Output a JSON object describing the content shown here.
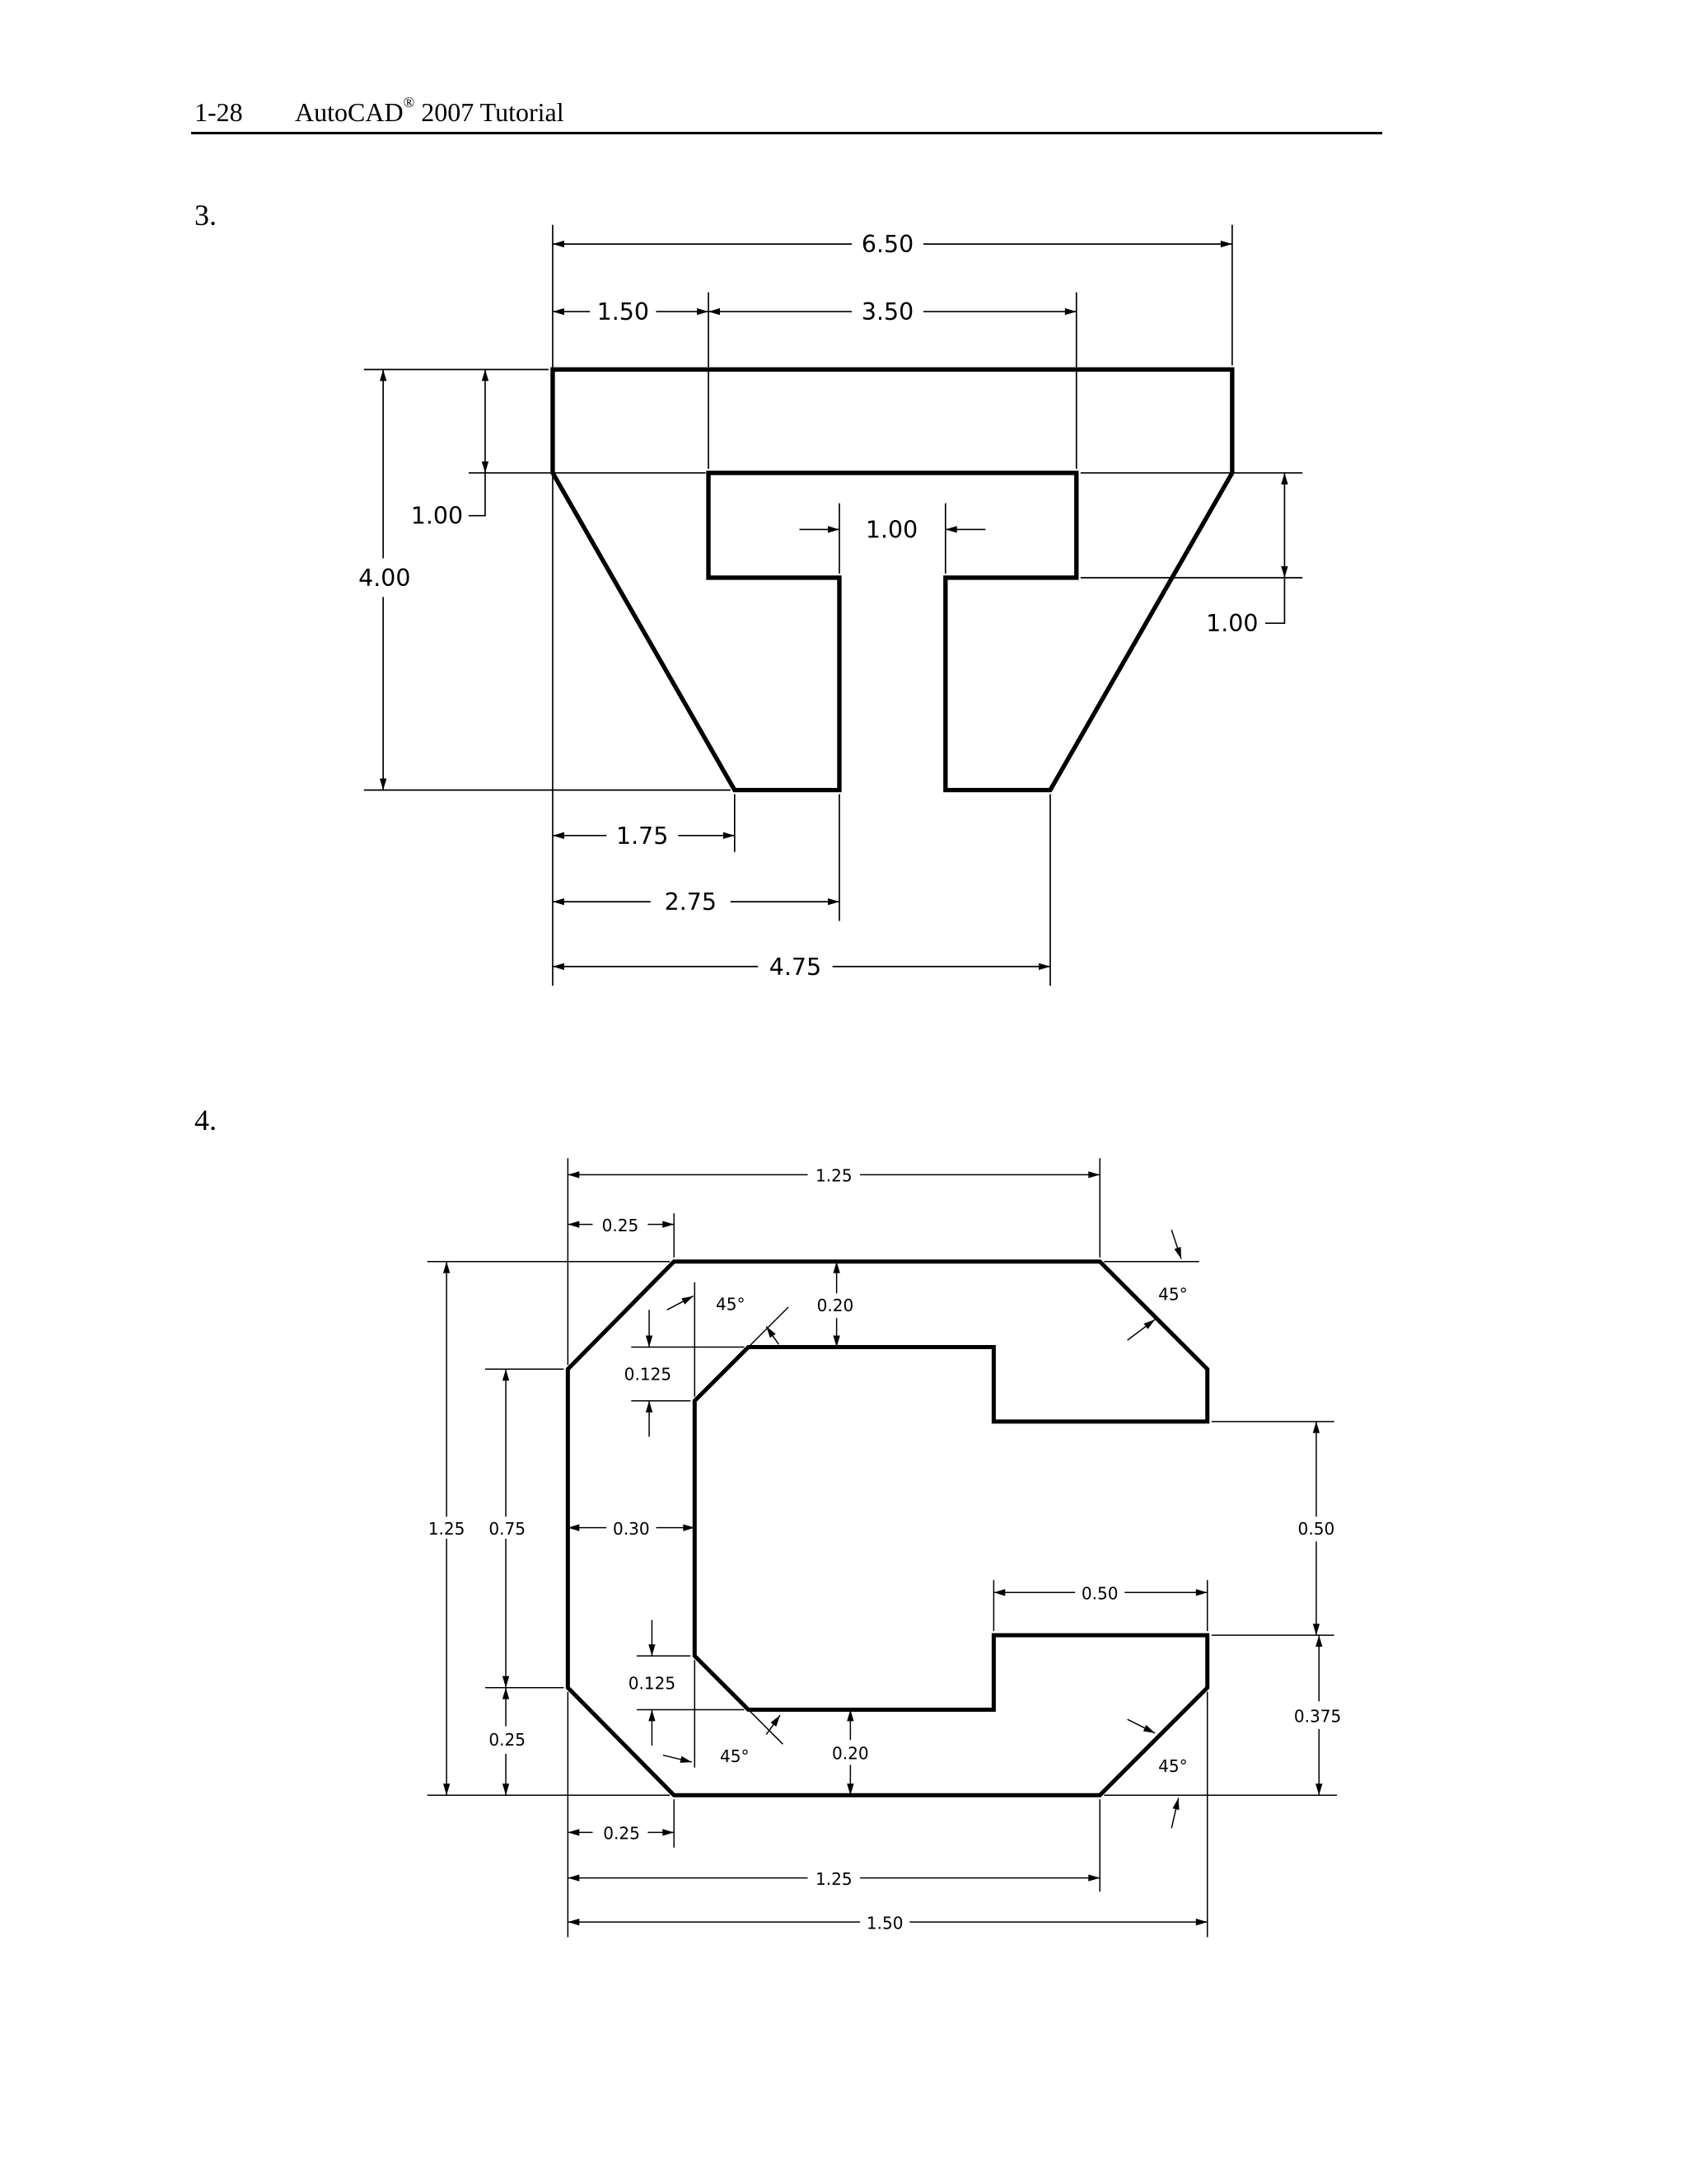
{
  "header": {
    "page_number": "1-28",
    "title_prefix": "AutoCAD",
    "registered_mark": "®",
    "title_suffix": " 2007 Tutorial"
  },
  "exercises": [
    {
      "number": "3.",
      "dimensions": {
        "overall_width": "6.50",
        "left_offset": "1.50",
        "slot_width": "3.50",
        "overall_height": "4.00",
        "top_thickness": "1.00",
        "stem_gap": "1.00",
        "slot_depth": "1.00",
        "bottom_left_1": "1.75",
        "bottom_left_2": "2.75",
        "bottom_left_3": "4.75"
      }
    },
    {
      "number": "4.",
      "dimensions": {
        "top_width": "1.25",
        "top_chamfer": "0.25",
        "top_wall": "0.20",
        "angle_top_left": "45°",
        "angle_top_right": "45°",
        "inner_chamfer_top": "0.125",
        "overall_height": "1.25",
        "left_flat": "0.75",
        "wall_thickness": "0.30",
        "right_opening": "0.50",
        "lower_step_width": "0.50",
        "inner_chamfer_bottom": "0.125",
        "bottom_chamfer_height": "0.25",
        "right_lower": "0.375",
        "angle_bottom_left": "45°",
        "bottom_wall": "0.20",
        "angle_bottom_right": "45°",
        "bottom_chamfer": "0.25",
        "bottom_width": "1.25",
        "overall_width": "1.50"
      }
    }
  ]
}
